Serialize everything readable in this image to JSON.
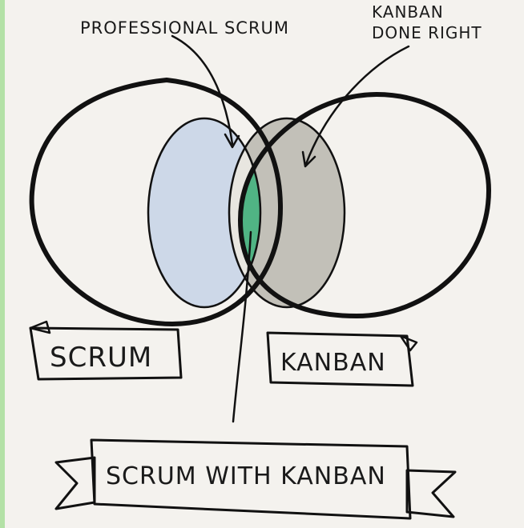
{
  "labels": {
    "professional_scrum": "PROFESSIONAL SCRUM",
    "kanban_done_right_line1": "KANBAN",
    "kanban_done_right_line2": "DONE RIGHT",
    "scrum": "SCRUM",
    "kanban": "KANBAN",
    "scrum_with_kanban": "SCRUM WITH KANBAN"
  },
  "colors": {
    "paper": "#f4f2ee",
    "ink": "#111111",
    "scrum_fill": "#c6d3e6",
    "kanban_fill": "#b9b7ae",
    "overlap_fill": "#3fae7a",
    "left_edge_accent": "#7dd36b"
  }
}
